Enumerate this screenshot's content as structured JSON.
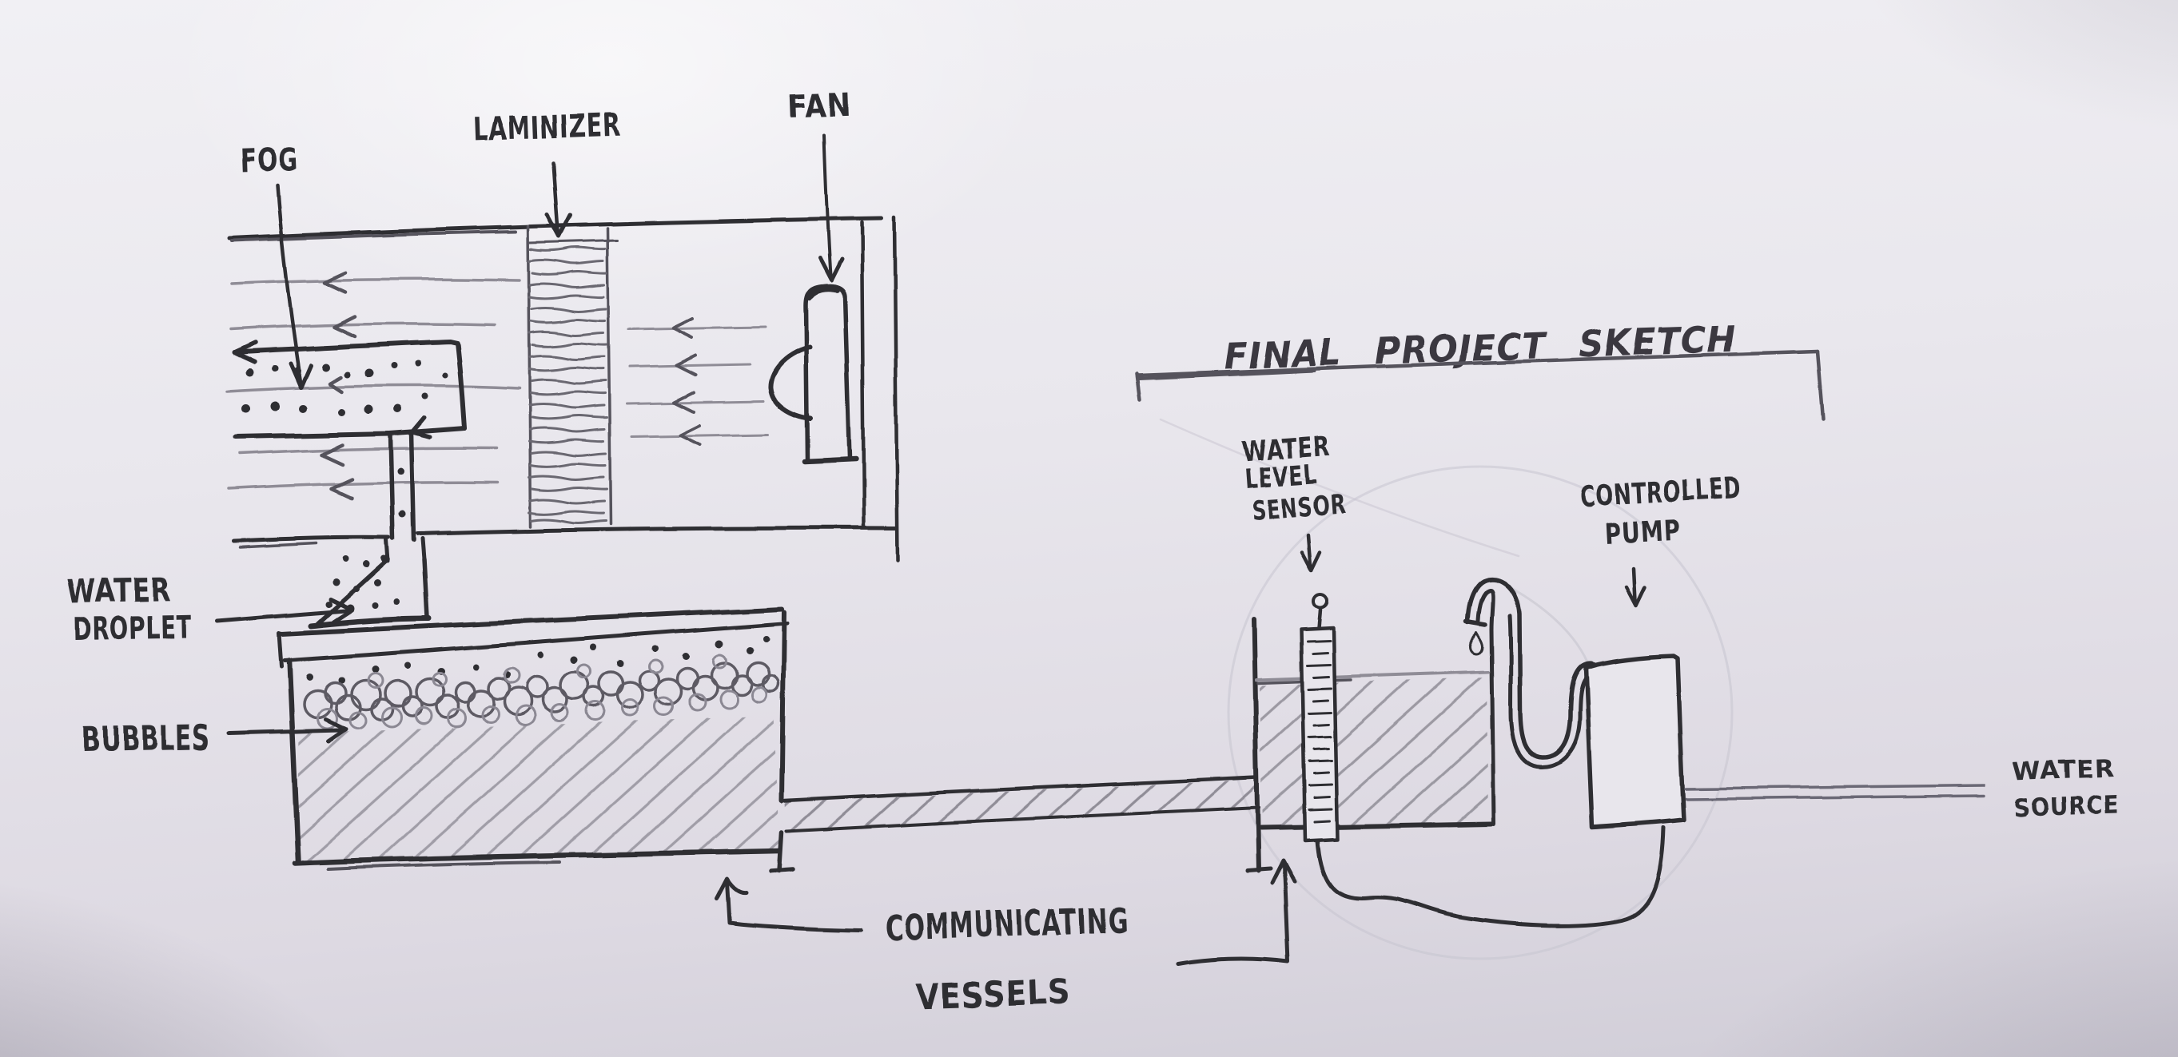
{
  "title": "FINAL PROJECT SKETCH",
  "labels": {
    "fog": "FOG",
    "laminizer": "LAMINIZER",
    "fan": "FAN",
    "water_droplet": {
      "line1": "WATER",
      "line2": "DROPLET"
    },
    "bubbles": "BUBBLES",
    "communicating_vessels": {
      "line1": "COMMUNICATING",
      "line2": "VESSELS"
    },
    "water_level_sensor": {
      "line1": "WATER",
      "line2": "LEVEL",
      "line3": "SENSOR"
    },
    "controlled_pump": {
      "line1": "CONTROLLED",
      "line2": "PUMP"
    },
    "water_source": {
      "line1": "WATER",
      "line2": "SOURCE"
    }
  },
  "colors": {
    "ink": "#2f2d33",
    "ink-soft": "#55525c",
    "pencil": "#8f8c96",
    "pencil-light": "#c7c4cf",
    "paper": "#e8e6ec"
  }
}
